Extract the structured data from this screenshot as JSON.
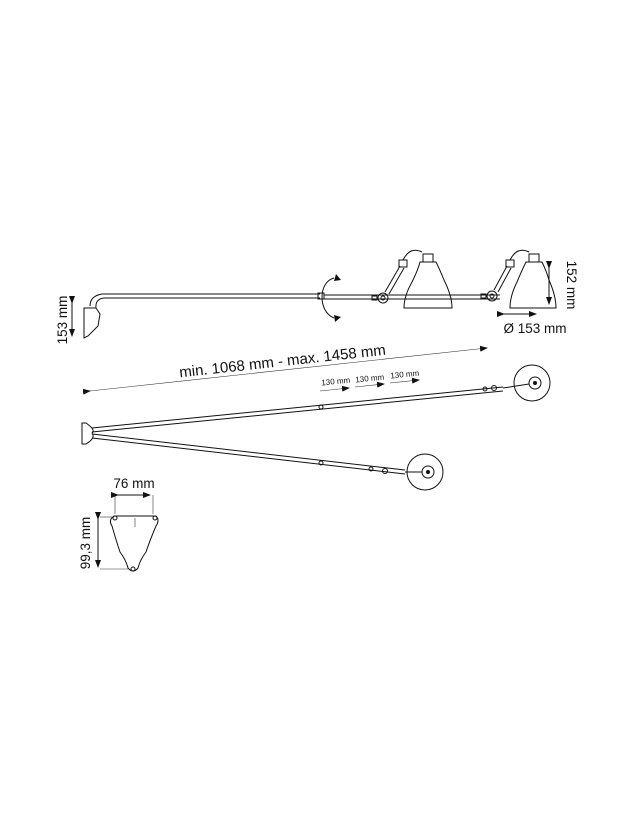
{
  "drawing": {
    "top_view": {
      "wall_height_label": "153 mm",
      "shade_height_label": "152 mm",
      "shade_diameter_label": "Ø 153 mm"
    },
    "plan_view": {
      "reach_label": "min. 1068 mm - max. 1458 mm",
      "extension_steps": [
        "130 mm",
        "130 mm",
        "130 mm"
      ]
    },
    "bracket_view": {
      "width_label": "76 mm",
      "height_label": "99,3 mm"
    }
  }
}
